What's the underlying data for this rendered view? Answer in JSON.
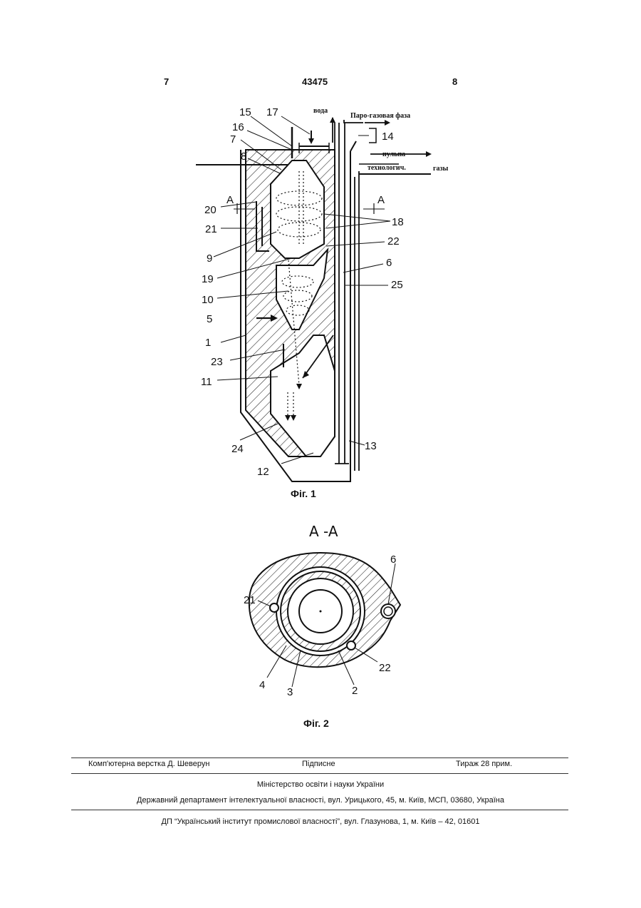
{
  "header": {
    "page_left": "7",
    "patent_number": "43475",
    "page_right": "8"
  },
  "figure1": {
    "caption": "Фіг. 1",
    "flow_labels": {
      "water": "вода",
      "vapor_gas": "Паро-газовая фаза",
      "pulp": "пульпа",
      "process": "технологич.",
      "gases": "газы"
    },
    "section_marks": [
      "A",
      "A"
    ],
    "numbers": [
      "15",
      "17",
      "16",
      "14",
      "7",
      "8",
      "20",
      "18",
      "21",
      "22",
      "9",
      "6",
      "19",
      "25",
      "10",
      "5",
      "1",
      "23",
      "11",
      "24",
      "13",
      "12"
    ]
  },
  "section": {
    "title": "A -A"
  },
  "figure2": {
    "caption": "Фіг. 2",
    "numbers": [
      "6",
      "21",
      "22",
      "4",
      "3",
      "2"
    ]
  },
  "footer": {
    "layout": "Комп'ютерна верстка Д. Шеверун",
    "signed": "Підписне",
    "circulation": "Тираж 28 прим.",
    "ministry": "Міністерство освіти і науки України",
    "department": "Державний департамент інтелектуальної власності, вул. Урицького, 45, м. Київ, МСП, 03680, Україна",
    "institute": "ДП “Український інститут промислової власності”, вул. Глазунова, 1, м. Київ – 42, 01601"
  }
}
